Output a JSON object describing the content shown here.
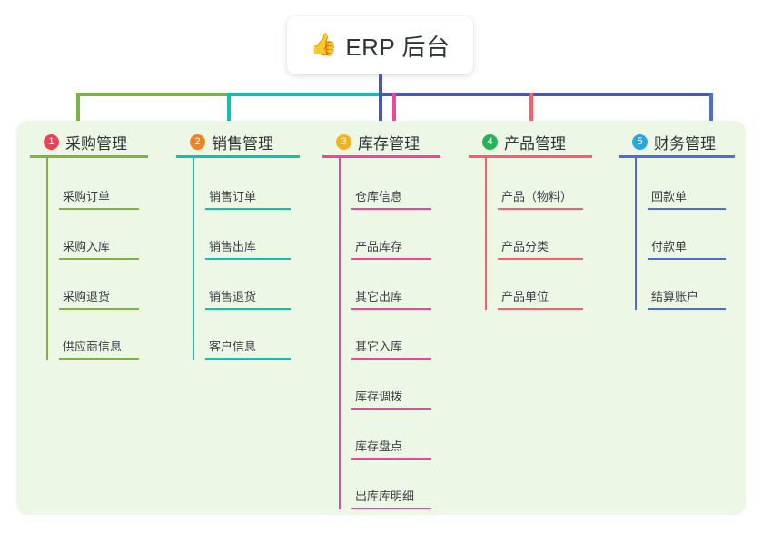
{
  "title": {
    "emoji": "👍",
    "emoji_name": "thumbs-up-icon",
    "text": "ERP 后台"
  },
  "theme": {
    "panel_bg": "#edf7e6",
    "page_bg": "#ffffff",
    "trunk_color": "#4a55b5",
    "text_color": "#2f3437"
  },
  "columns": [
    {
      "number": "1",
      "label": "采购管理",
      "badge_color": "#ef4056",
      "line_color": "#7cb342",
      "items": [
        {
          "label": "采购订单"
        },
        {
          "label": "采购入库"
        },
        {
          "label": "采购退货"
        },
        {
          "label": "供应商信息"
        }
      ]
    },
    {
      "number": "2",
      "label": "销售管理",
      "badge_color": "#f58220",
      "line_color": "#15bfae",
      "items": [
        {
          "label": "销售订单"
        },
        {
          "label": "销售出库"
        },
        {
          "label": "销售退货"
        },
        {
          "label": "客户信息"
        }
      ]
    },
    {
      "number": "3",
      "label": "库存管理",
      "badge_color": "#f5b31b",
      "line_color": "#ec4899",
      "items": [
        {
          "label": "仓库信息"
        },
        {
          "label": "产品库存"
        },
        {
          "label": "其它出库"
        },
        {
          "label": "其它入库"
        },
        {
          "label": "库存调拨"
        },
        {
          "label": "库存盘点"
        },
        {
          "label": "出库库明细"
        }
      ]
    },
    {
      "number": "4",
      "label": "产品管理",
      "badge_color": "#22b455",
      "line_color": "#f4606c",
      "items": [
        {
          "label": "产品（物料）"
        },
        {
          "label": "产品分类"
        },
        {
          "label": "产品单位"
        }
      ]
    },
    {
      "number": "5",
      "label": "财务管理",
      "badge_color": "#29a8e0",
      "line_color": "#4a6fd0",
      "items": [
        {
          "label": "回款单"
        },
        {
          "label": "付款单"
        },
        {
          "label": "结算账户"
        }
      ]
    }
  ]
}
